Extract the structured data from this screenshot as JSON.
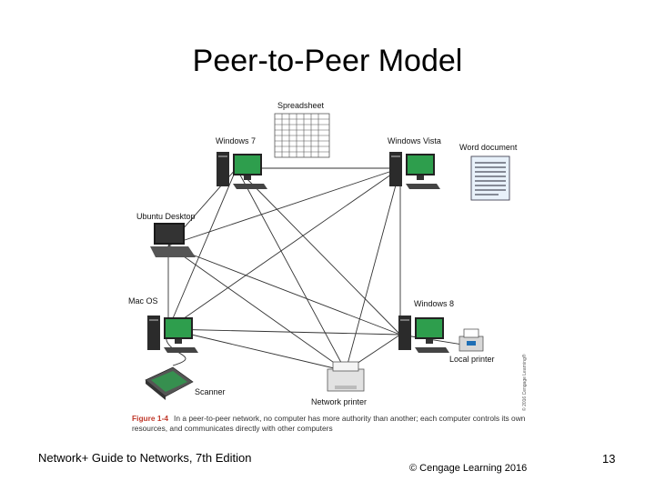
{
  "slide": {
    "title": "Peer-to-Peer Model",
    "footer_left": "Network+ Guide to Networks, 7th Edition",
    "footer_center": "© Cengage Learning  2016",
    "page_number": "13"
  },
  "figure": {
    "nodes": {
      "windows7": "Windows 7",
      "vista": "Windows Vista",
      "ubuntu": "Ubuntu Desktop",
      "macos": "Mac OS",
      "windows8": "Windows 8",
      "network_printer": "Network printer"
    },
    "attachments": {
      "spreadsheet": "Spreadsheet",
      "word_document": "Word document",
      "local_printer": "Local printer",
      "scanner": "Scanner"
    },
    "credit": "© 2016 Cengage Learning®",
    "caption_number": "Figure 1-4",
    "caption_text": "In a peer-to-peer network, no computer has more authority than another; each computer controls its own resources, and communicates directly with other computers"
  },
  "colors": {
    "screen": "#2e9e4d",
    "caption_number": "#c0392b"
  }
}
